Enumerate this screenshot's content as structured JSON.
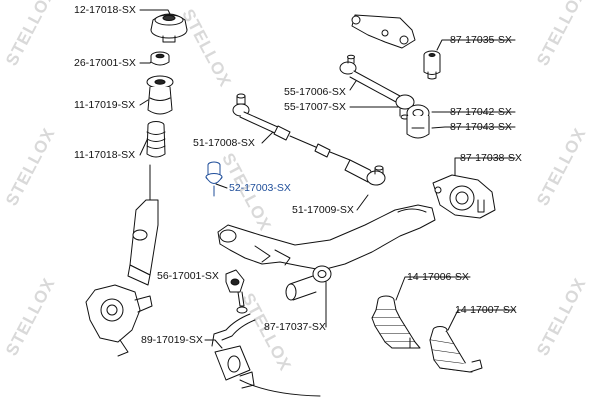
{
  "watermark": "STELLOX",
  "parts": [
    {
      "id": "p1",
      "code": "12-17018-SX",
      "highlight": false
    },
    {
      "id": "p2",
      "code": "26-17001-SX",
      "highlight": false
    },
    {
      "id": "p3",
      "code": "11-17019-SX",
      "highlight": false
    },
    {
      "id": "p4",
      "code": "11-17018-SX",
      "highlight": false
    },
    {
      "id": "p5",
      "code": "51-17008-SX",
      "highlight": false
    },
    {
      "id": "p6",
      "code": "52-17003-SX",
      "highlight": true
    },
    {
      "id": "p7",
      "code": "55-17006-SX",
      "highlight": false
    },
    {
      "id": "p8",
      "code": "55-17007-SX",
      "highlight": false
    },
    {
      "id": "p9",
      "code": "87-17035-SX",
      "highlight": false
    },
    {
      "id": "p10",
      "code": "87-17042-SX",
      "highlight": false
    },
    {
      "id": "p11",
      "code": "87-17043-SX",
      "highlight": false
    },
    {
      "id": "p12",
      "code": "87-17038-SX",
      "highlight": false
    },
    {
      "id": "p13",
      "code": "51-17009-SX",
      "highlight": false
    },
    {
      "id": "p14",
      "code": "56-17001-SX",
      "highlight": false
    },
    {
      "id": "p15",
      "code": "14-17006-SX",
      "highlight": false
    },
    {
      "id": "p16",
      "code": "14-17007-SX",
      "highlight": false
    },
    {
      "id": "p17",
      "code": "89-17019-SX",
      "highlight": false
    },
    {
      "id": "p18",
      "code": "87-17037-SX",
      "highlight": false
    }
  ],
  "colors": {
    "line": "#111111",
    "highlight": "#1f4e9a",
    "watermark": "#d9d9d9",
    "part_fill": "#ffffff"
  }
}
